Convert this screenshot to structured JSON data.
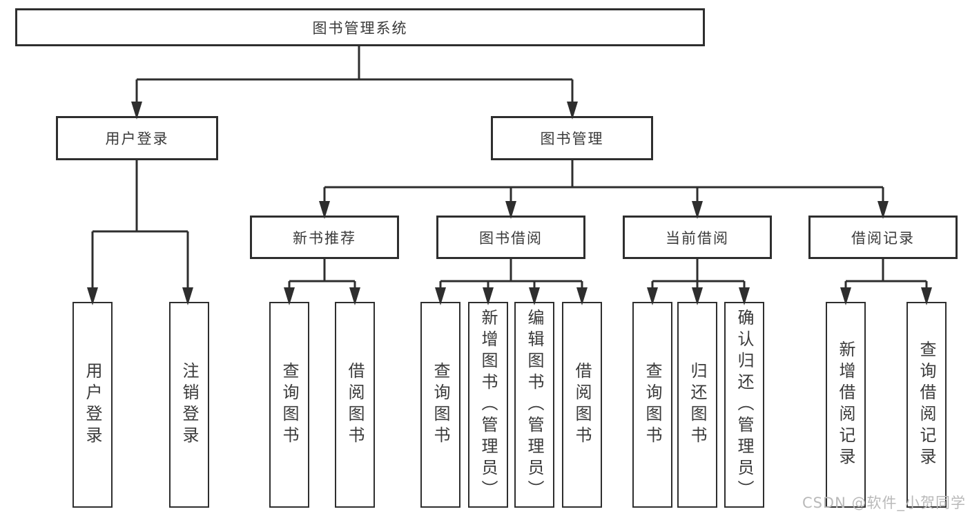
{
  "tree": {
    "label": "图书管理系统",
    "children": [
      {
        "label": "用户登录",
        "children": [
          {
            "label": "用户登录"
          },
          {
            "label": "注销登录"
          }
        ]
      },
      {
        "label": "图书管理",
        "children": [
          {
            "label": "新书推荐",
            "children": [
              {
                "label": "查询图书"
              },
              {
                "label": "借阅图书"
              }
            ]
          },
          {
            "label": "图书借阅",
            "children": [
              {
                "label": "查询图书"
              },
              {
                "label": "新增图书（管理员）"
              },
              {
                "label": "编辑图书（管理员）"
              },
              {
                "label": "借阅图书"
              }
            ]
          },
          {
            "label": "当前借阅",
            "children": [
              {
                "label": "查询图书"
              },
              {
                "label": "归还图书"
              },
              {
                "label": "确认归还（管理员）"
              }
            ]
          },
          {
            "label": "借阅记录",
            "children": [
              {
                "label": "新增借阅记录"
              },
              {
                "label": "查询借阅记录"
              }
            ]
          }
        ]
      }
    ]
  },
  "watermark": {
    "text": "CSDN @软件_小贺同学"
  },
  "colors": {
    "line": "#2e2e2e",
    "node_text": "#3a3a3a",
    "watermark": "#b9b9b9",
    "background": "#ffffff"
  }
}
